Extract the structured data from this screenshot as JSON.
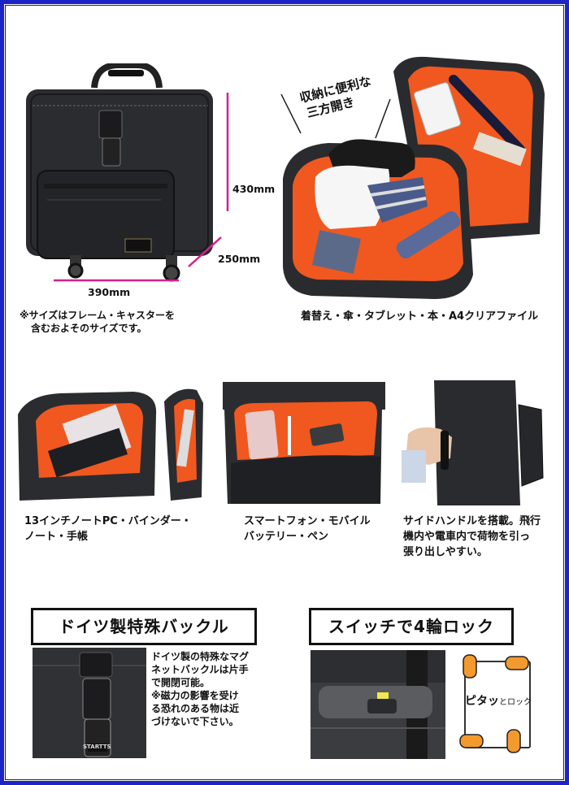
{
  "dimensions": {
    "height": "430mm",
    "depth": "250mm",
    "width": "390mm"
  },
  "size_note": [
    "※サイズはフレーム・キャスターを",
    "含むおよそのサイズです。"
  ],
  "storage_callout": [
    "収納に便利な",
    "三方開き"
  ],
  "storage_caption": "着替え・傘・タブレット・本・A4クリアファイル",
  "feature_captions": {
    "laptop": [
      "13インチノートPC・バインダー・",
      "ノート・手帳"
    ],
    "phone": [
      "スマートフォン・モバイル",
      "バッテリー・ペン"
    ],
    "handle": [
      "サイドハンドルを搭載。飛行",
      "機内や電車内で荷物を引っ",
      "張り出しやすい。"
    ]
  },
  "buckle": {
    "title": "ドイツ製特殊バックル",
    "desc": [
      "ドイツ製の特殊なマグ",
      "ネットバックルは片手",
      "で開閉可能。",
      "※磁力の影響を受け",
      "る恐れのある物は近",
      "づけないで下さい。"
    ]
  },
  "lock": {
    "title": "スイッチで4輪ロック",
    "label_main": "ピタッ",
    "label_small": "とロック"
  },
  "brand_tag": "STARTTS",
  "colors": {
    "border": "#1d24c6",
    "accent_pink": "#d61f8c",
    "lining_orange": "#f0581f",
    "wheel_orange": "#f39a2e"
  }
}
